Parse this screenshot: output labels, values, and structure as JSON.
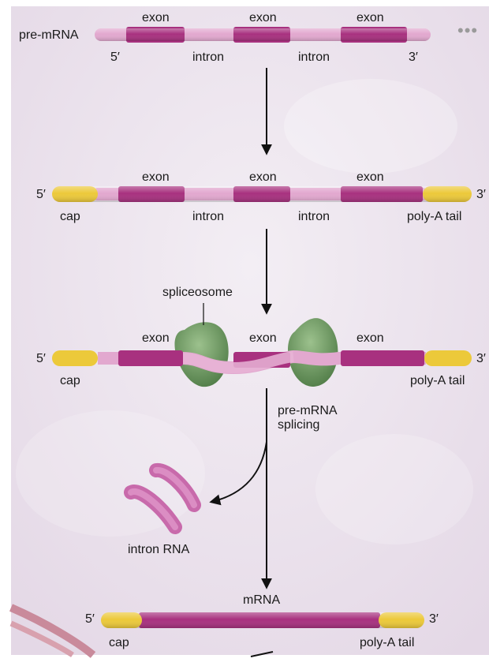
{
  "colors": {
    "exon": "#a8317f",
    "intron": "#e2a8cf",
    "cap": "#ecc93a",
    "spliceosome": "#6e9561",
    "background": "#ede4ee",
    "arrow": "#111111"
  },
  "labels": {
    "pre_mrna": "pre-mRNA",
    "exon": "exon",
    "intron": "intron",
    "five_prime": "5′",
    "three_prime": "3′",
    "cap": "cap",
    "poly_a_tail": "poly-A tail",
    "spliceosome": "spliceosome",
    "splicing_line1": "pre-mRNA",
    "splicing_line2": "splicing",
    "intron_rna": "intron RNA",
    "mrna": "mRNA"
  },
  "more_button": "•••"
}
